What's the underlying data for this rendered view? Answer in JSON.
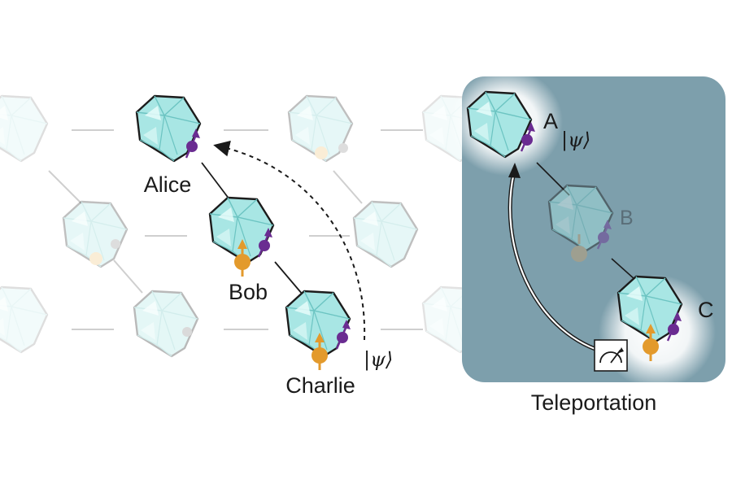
{
  "labels": {
    "alice": "Alice",
    "bob": "Bob",
    "charlie": "Charlie",
    "psi_left": "|ψ⟩",
    "node_a": "A",
    "psi_right": "|ψ⟩",
    "node_b": "B",
    "node_c": "C",
    "caption": "Teleportation"
  },
  "colors": {
    "crystal_fill": "#a8e6e4",
    "crystal_stroke": "#1c1c1c",
    "electron_spin": "#6a2c91",
    "nuclear_spin": "#e39a2c",
    "panel_background": "#7d9fac",
    "glow": "#ffffff"
  },
  "icons": {
    "measurement": "measurement-meter-icon"
  }
}
